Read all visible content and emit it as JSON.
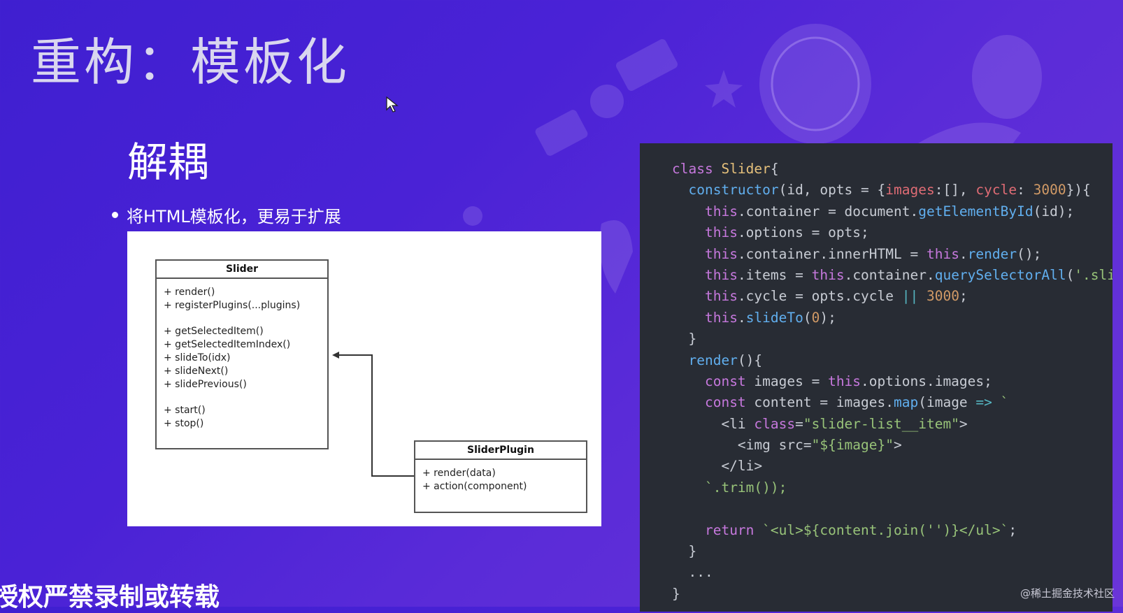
{
  "slide": {
    "title": "重构：模板化",
    "subtitle": "解耦",
    "bullet": "将HTML模板化，更易于扩展"
  },
  "diagram": {
    "slider_class": {
      "name": "Slider",
      "methods_group1": [
        "+ render()",
        "+ registerPlugins(...plugins)"
      ],
      "methods_group2": [
        "+ getSelectedItem()",
        "+ getSelectedItemIndex()",
        "+ slideTo(idx)",
        "+ slideNext()",
        "+ slidePrevious()"
      ],
      "methods_group3": [
        "+ start()",
        "+ stop()"
      ]
    },
    "plugin_class": {
      "name": "SliderPlugin",
      "methods": [
        "+ render(data)",
        "+ action(component)"
      ]
    }
  },
  "code": {
    "lines": [
      "class Slider{",
      "  constructor(id, opts = {images:[], cycle: 3000}){",
      "    this.container = document.getElementById(id);",
      "    this.options = opts;",
      "    this.container.innerHTML = this.render();",
      "    this.items = this.container.querySelectorAll('.slider-list__item');",
      "    this.cycle = opts.cycle || 3000;",
      "    this.slideTo(0);",
      "  }",
      "  render(){",
      "    const images = this.options.images;",
      "    const content = images.map(image => `",
      "      <li class=\"slider-list__item\">",
      "        <img src=\"${image}\">",
      "      </li>",
      "    `.trim());",
      "",
      "    return `<ul>${content.join('')}</ul>`;",
      "  }",
      "  ...",
      "}"
    ]
  },
  "overlay": {
    "watermark": "授权严禁录制或转载",
    "credit": "@稀土掘金技术社区"
  },
  "colors": {
    "background": "#4a22d6",
    "code_bg": "#282c34",
    "keyword": "#c678dd",
    "function": "#61afef",
    "number": "#d19a66",
    "string": "#98c379"
  }
}
